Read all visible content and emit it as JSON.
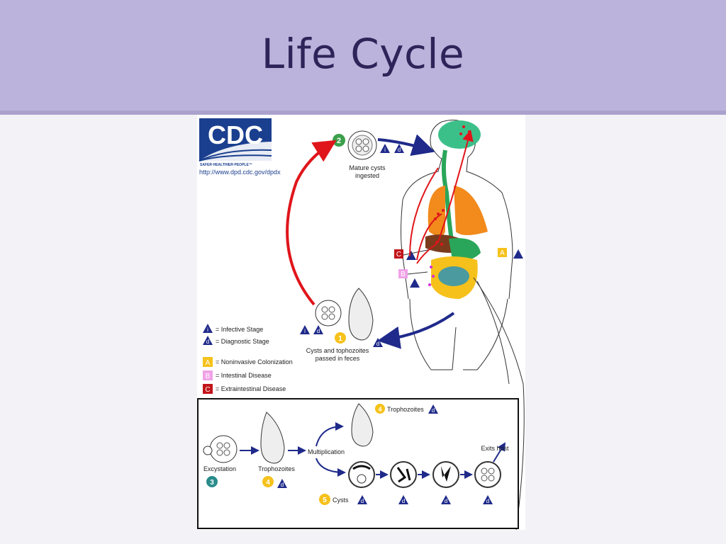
{
  "slide": {
    "title": "Life Cycle"
  },
  "figure": {
    "logo_text": "CDC",
    "logo_tagline": "SAFER·HEALTHIER·PEOPLE™",
    "url": "http://www.dpd.cdc.gov/dpdx",
    "stage_2_number": "2",
    "stage_2_line1": "Mature cysts",
    "stage_2_line2": "ingested",
    "stage_1_number": "1",
    "stage_1_line1": "Cysts and tophozoites",
    "stage_1_line2": "passed in feces",
    "legend": {
      "infective_symbol": "i",
      "infective": "= Infective Stage",
      "diagnostic_symbol": "d",
      "diagnostic": "= Diagnostic Stage",
      "a_symbol": "A",
      "a": "= Noninvasive Colonization",
      "b_symbol": "B",
      "b": "= Intestinal Disease",
      "c_symbol": "C",
      "c": "= Extraintestinal Disease"
    },
    "body_labels": {
      "a": "A",
      "b": "B",
      "c": "C"
    },
    "inset": {
      "excystation": "Excystation",
      "stage_3_number": "3",
      "trophozoites": "Trophozoites",
      "stage_4_number": "4",
      "multiplication": "Multiplication",
      "trophozoites_top": "Trophozoites",
      "cysts": "Cysts",
      "stage_5_number": "5",
      "exits_host": "Exits host"
    }
  },
  "colors": {
    "header_bg": "#bcb3dc",
    "title": "#2f2459",
    "red_arrow": "#e0151b",
    "blue_arrow": "#1f2a8a",
    "badge_yellow": "#f5c518",
    "badge_green": "#3aa04a",
    "badge_teal": "#2a8c8c"
  }
}
